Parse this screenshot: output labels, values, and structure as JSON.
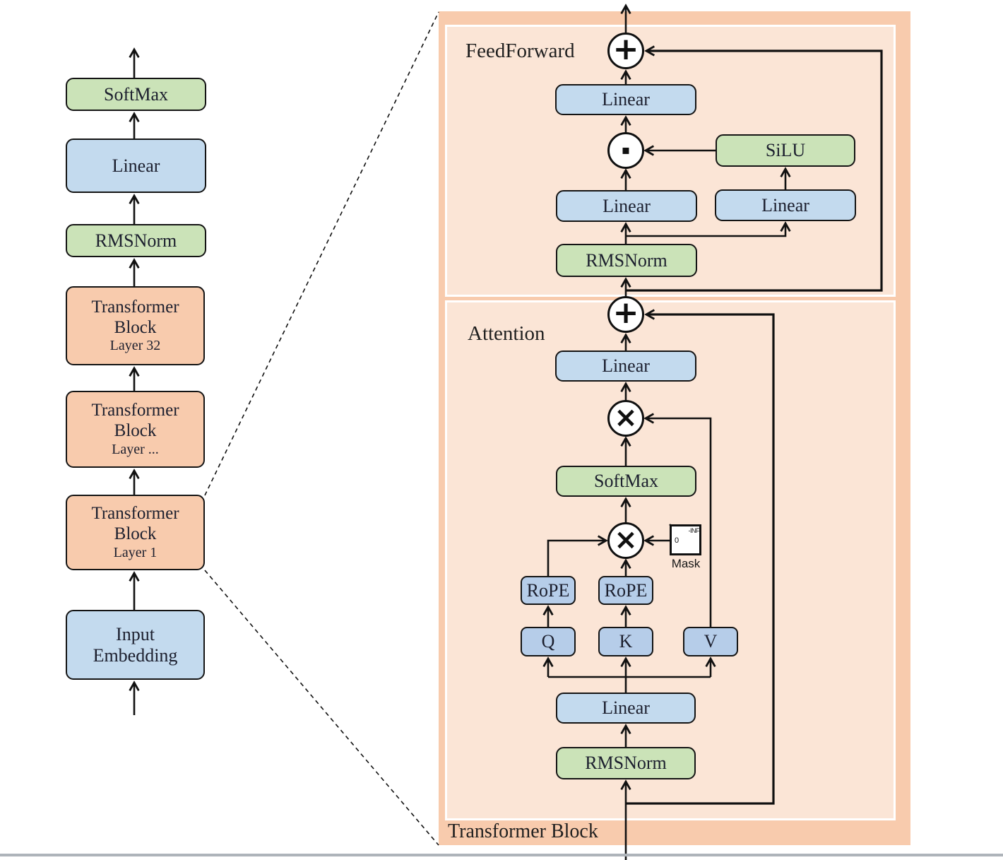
{
  "left_column": {
    "softmax_label": "SoftMax",
    "linear_label": "Linear",
    "rmsnorm_label": "RMSNorm",
    "blocks": [
      {
        "line1": "Transformer",
        "line2": "Block",
        "layer": "Layer 32"
      },
      {
        "line1": "Transformer",
        "line2": "Block",
        "layer": "Layer ..."
      },
      {
        "line1": "Transformer",
        "line2": "Block",
        "layer": "Layer 1"
      }
    ],
    "input_embedding": {
      "line1": "Input",
      "line2": "Embedding"
    }
  },
  "transformer_block_panel": {
    "title": "Transformer Block",
    "feedforward": {
      "label": "FeedForward",
      "output_linear": "Linear",
      "gate_linear": "Linear",
      "up_linear": "Linear",
      "silu": "SiLU",
      "rmsnorm": "RMSNorm",
      "add_op": "+",
      "dot_op": "▪"
    },
    "attention": {
      "label": "Attention",
      "output_linear": "Linear",
      "softmax": "SoftMax",
      "mask": {
        "label": "Mask",
        "zero": "0",
        "neg_inf": "-INF"
      },
      "rope_q": "RoPE",
      "rope_k": "RoPE",
      "q": "Q",
      "k": "K",
      "v": "V",
      "qkv_linear": "Linear",
      "rmsnorm": "RMSNorm",
      "add_op": "+",
      "matmul_qk_op": "×",
      "matmul_v_op": "×"
    }
  },
  "colors": {
    "green_box": "#cbe3b8",
    "blue_box": "#c3daee",
    "small_blue_box": "#b6cde9",
    "orange_box": "#f8cbad",
    "panel_outer": "#f8cbad",
    "panel_inner": "#fbe5d6",
    "line": "#111111"
  }
}
